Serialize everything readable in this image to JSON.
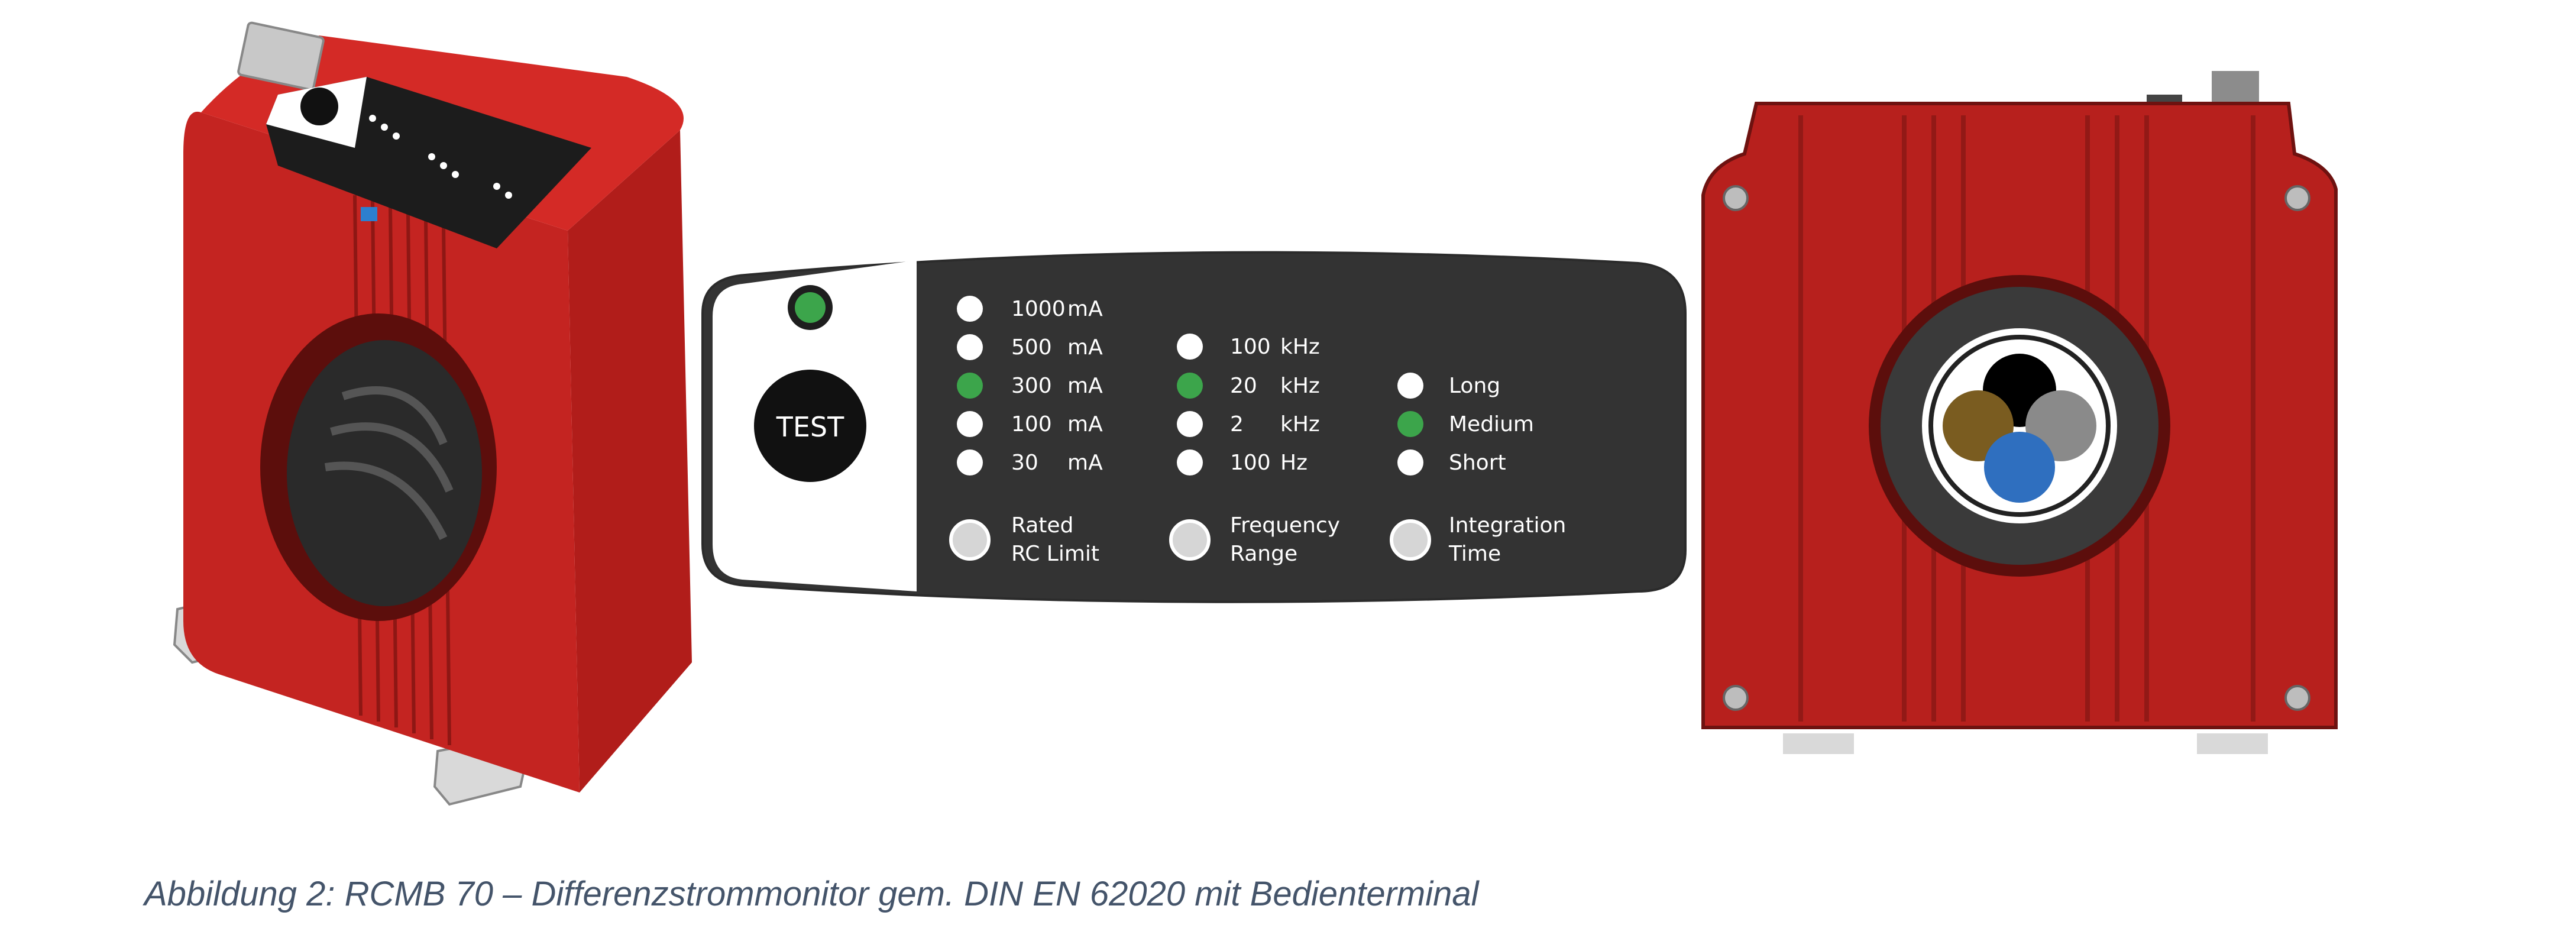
{
  "colors": {
    "housing_red": "#b7201d",
    "housing_dark": "#7a1412",
    "panel_dark": "#333333",
    "led_green": "#3ca54b",
    "led_off": "#ffffff",
    "caption_blue": "#44546a",
    "conductor_black": "#000000",
    "conductor_brown": "#7a5c20",
    "conductor_grey": "#8a8a8a",
    "conductor_blue": "#2f6fbf"
  },
  "panel": {
    "test_button_label": "TEST",
    "current_range": {
      "items": [
        {
          "value": "1000",
          "unit": "mA",
          "active": false
        },
        {
          "value": "500",
          "unit": "mA",
          "active": false
        },
        {
          "value": "300",
          "unit": "mA",
          "active": true
        },
        {
          "value": "100",
          "unit": "mA",
          "active": false
        },
        {
          "value": "30",
          "unit": "mA",
          "active": false
        }
      ],
      "button_label_line1": "Rated",
      "button_label_line2": "RC Limit"
    },
    "frequency_range": {
      "items": [
        {
          "value": "100",
          "unit": "kHz",
          "active": false
        },
        {
          "value": "20",
          "unit": "kHz",
          "active": true
        },
        {
          "value": "2",
          "unit": "kHz",
          "active": false
        },
        {
          "value": "100",
          "unit": "Hz",
          "active": false
        }
      ],
      "button_label_line1": "Frequency",
      "button_label_line2": "Range"
    },
    "integration_time": {
      "items": [
        {
          "label": "Long",
          "active": false
        },
        {
          "label": "Medium",
          "active": true
        },
        {
          "label": "Short",
          "active": false
        }
      ],
      "button_label_line1": "Integration",
      "button_label_line2": "Time"
    }
  },
  "caption": "Abbildung 2: RCMB 70 – Differenzstrommonitor gem. DIN EN 62020 mit Bedienterminal"
}
